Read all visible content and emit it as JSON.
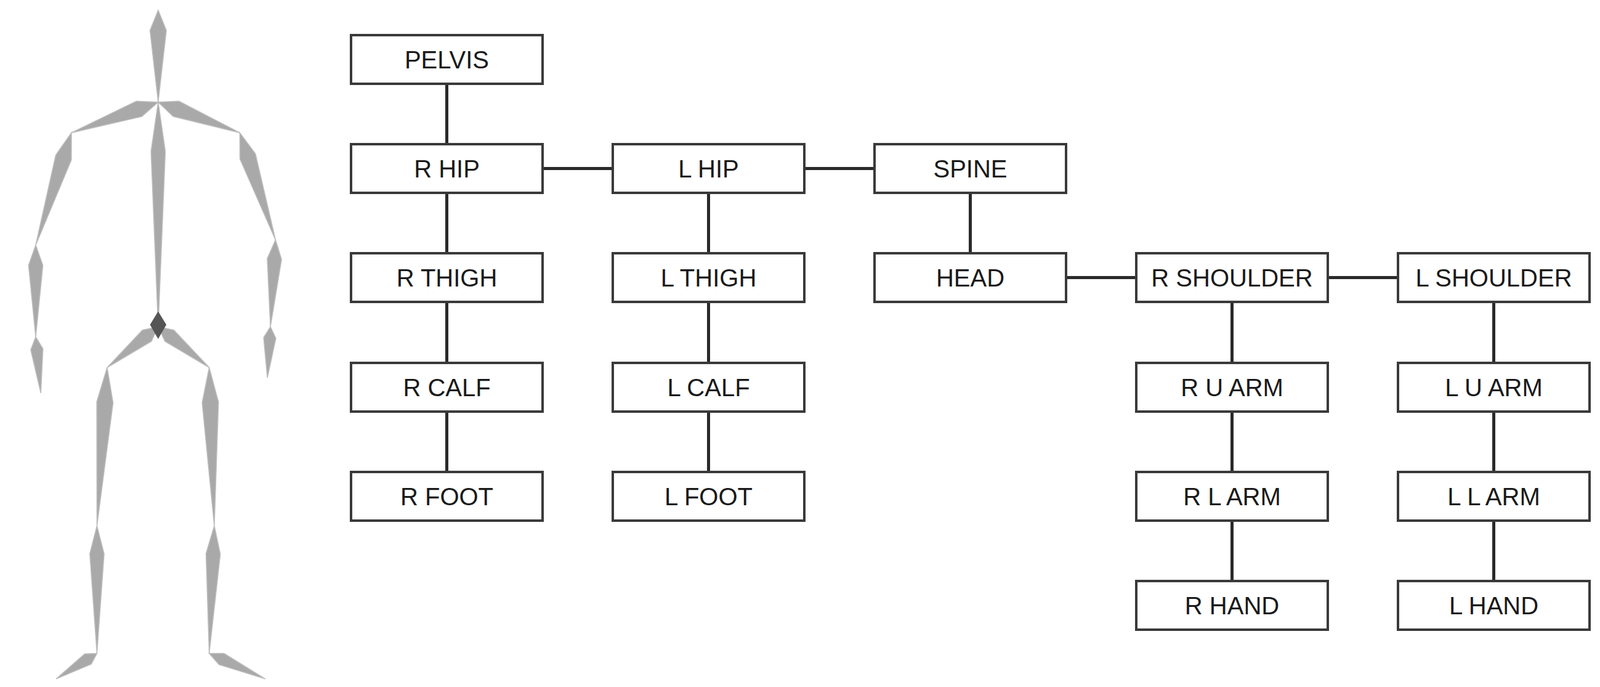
{
  "diagram": {
    "nodes": [
      {
        "text": [
          "PELVIS"
        ]
      },
      {
        "text": [
          "R HIP"
        ]
      },
      {
        "text": [
          "L HIP"
        ]
      },
      {
        "text": [
          "SPINE"
        ]
      },
      {
        "text": [
          "R THIGH"
        ]
      },
      {
        "text": [
          "L THIGH"
        ]
      },
      {
        "text": [
          "HEAD"
        ]
      },
      {
        "text": [
          "R SHOULDER"
        ]
      },
      {
        "text": [
          "L SHOULDER"
        ]
      },
      {
        "text": [
          "R CALF"
        ]
      },
      {
        "text": [
          "L CALF"
        ]
      },
      {
        "text": [
          "R U ARM"
        ]
      },
      {
        "text": [
          "L U ARM"
        ]
      },
      {
        "text": [
          "R FOOT"
        ]
      },
      {
        "text": [
          "L FOOT"
        ]
      },
      {
        "text": [
          "R L ARM"
        ]
      },
      {
        "text": [
          "L L ARM"
        ]
      },
      {
        "text": [
          "R HAND"
        ]
      },
      {
        "text": [
          "L HAND"
        ]
      }
    ],
    "edges": [
      {
        "from": 0,
        "to": 1,
        "arrow": "none"
      },
      {
        "from": 1,
        "to": 2,
        "arrow": "none"
      },
      {
        "from": 2,
        "to": 3,
        "arrow": "none"
      },
      {
        "from": 3,
        "to": 6,
        "arrow": "none"
      },
      {
        "from": 6,
        "to": 7,
        "arrow": "none"
      },
      {
        "from": 7,
        "to": 8,
        "arrow": "none"
      },
      {
        "from": 1,
        "to": 4,
        "arrow": "none"
      },
      {
        "from": 4,
        "to": 9,
        "arrow": "none"
      },
      {
        "from": 9,
        "to": 13,
        "arrow": "none"
      },
      {
        "from": 2,
        "to": 5,
        "arrow": "none"
      },
      {
        "from": 5,
        "to": 10,
        "arrow": "none"
      },
      {
        "from": 10,
        "to": 14,
        "arrow": "none"
      },
      {
        "from": 7,
        "to": 11,
        "arrow": "none"
      },
      {
        "from": 11,
        "to": 15,
        "arrow": "none"
      },
      {
        "from": 15,
        "to": 17,
        "arrow": "none"
      },
      {
        "from": 8,
        "to": 12,
        "arrow": "none"
      },
      {
        "from": 12,
        "to": 16,
        "arrow": "none"
      },
      {
        "from": 16,
        "to": 18,
        "arrow": "none"
      }
    ]
  }
}
